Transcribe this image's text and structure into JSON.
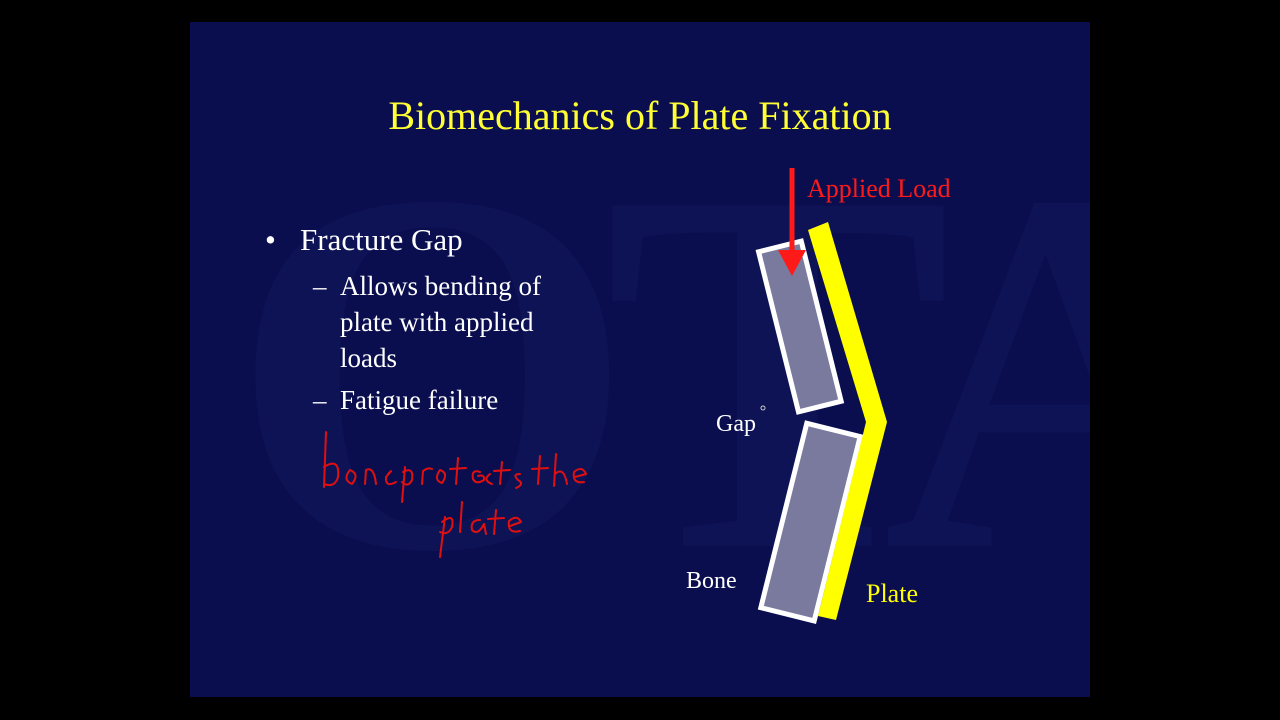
{
  "slide": {
    "watermark": "OTA",
    "title": "Biomechanics of Plate Fixation",
    "bullets": [
      {
        "text": "Fracture Gap",
        "subitems": [
          "Allows bending of plate with applied loads",
          "Fatigue failure"
        ]
      }
    ],
    "bullet_glyph": "•",
    "sub_glyph": "–",
    "handwritten_note": "bone protects the plate"
  },
  "diagram": {
    "applied_load_label": "Applied Load",
    "gap_label": "Gap",
    "bone_label": "Bone",
    "plate_label": "Plate",
    "colors": {
      "title": "#ffff33",
      "load": "#ff1a1a",
      "plate": "#ffff00",
      "bone_fill": "#7a7a9e",
      "bone_outline": "#ffffff",
      "handwriting": "#e01010"
    }
  }
}
